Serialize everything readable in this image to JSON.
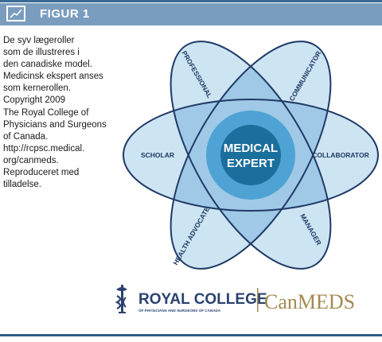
{
  "header": {
    "title": "FIGUR 1",
    "icon": "line-chart-icon"
  },
  "caption": {
    "lines": [
      "De syv lægeroller",
      "som de illustreres i",
      "den canadiske model.",
      "Medicinsk ekspert anses",
      "som kernerollen.",
      "Copyright 2009",
      "The Royal College of",
      "Physicians and Surgeons",
      "of Canada.",
      "http://rcpsc.medical.",
      "org/canmeds.",
      "Reproduceret med",
      "tilladelse."
    ]
  },
  "diagram": {
    "center_line1": "MEDICAL",
    "center_line2": "EXPERT",
    "roles": {
      "professional": "PROFESSIONAL",
      "communicator": "COMMUNICATOR",
      "scholar": "SCHOLAR",
      "collaborator": "COLLABORATOR",
      "health_advocate": "HEALTH ADVOCATE",
      "manager": "MANAGER"
    },
    "colors": {
      "petal_light": "#cde4f2",
      "overlap_mid": "#9fc9e6",
      "center_ring": "#4ea3d4",
      "center_core": "#1b6f9c",
      "outline": "#1f3a66"
    }
  },
  "logos": {
    "royal_college_title": "ROYAL COLLEGE",
    "royal_college_subtitle": "OF PHYSICIANS AND SURGEONS OF CANADA",
    "canmeds": "CanMEDS",
    "royal_college_color": "#2b4270",
    "canmeds_color": "#a38a52"
  }
}
